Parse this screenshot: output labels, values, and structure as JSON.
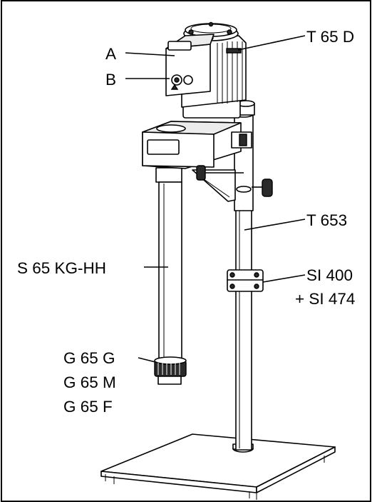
{
  "labels": {
    "a": "A",
    "b": "B",
    "motor": "T 65 D",
    "column": "T 653",
    "shaft": "S 65 KG-HH",
    "clamp_1": "SI 400",
    "clamp_2": "+ SI 474",
    "tool_1": "G 65 G",
    "tool_2": "G 65 M",
    "tool_3": "G 65 F"
  }
}
